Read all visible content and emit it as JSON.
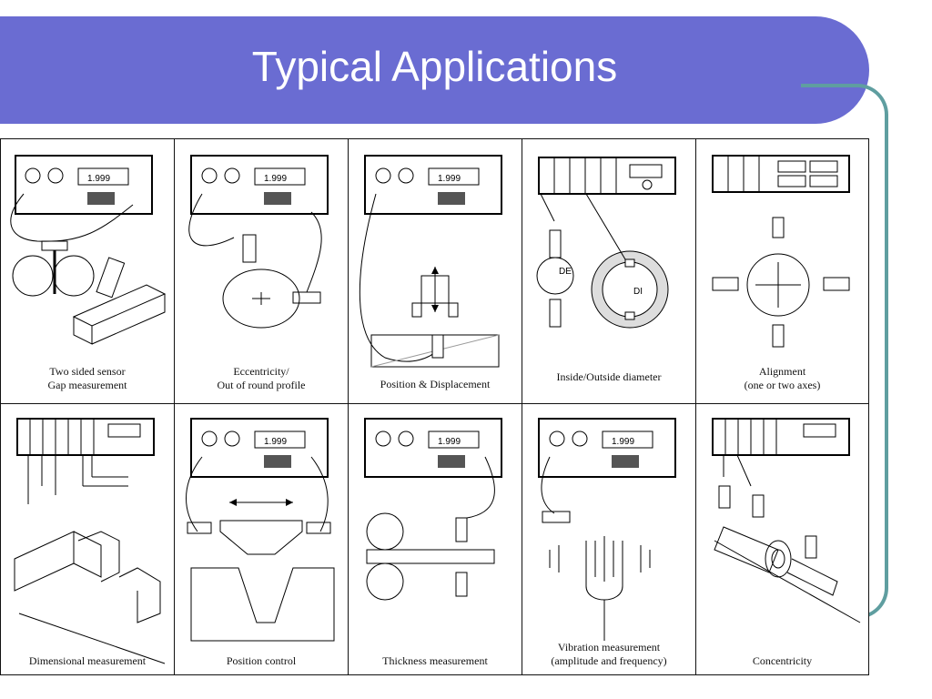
{
  "slide": {
    "title": "Typical Applications"
  },
  "panels": {
    "row1": [
      {
        "line1": "Two sided sensor",
        "line2": "Gap measurement"
      },
      {
        "line1": "Eccentricity/",
        "line2": "Out of round profile"
      },
      {
        "line1": "Position & Displacement",
        "line2": ""
      },
      {
        "line1": "Inside/Outside diameter",
        "line2": ""
      },
      {
        "line1": "Alignment",
        "line2": "(one or two axes)"
      }
    ],
    "row2": [
      {
        "line1": "Dimensional measurement",
        "line2": ""
      },
      {
        "line1": "Position control",
        "line2": ""
      },
      {
        "line1": "Thickness measurement",
        "line2": ""
      },
      {
        "line1": "Vibration measurement",
        "line2": "(amplitude and frequency)"
      },
      {
        "line1": "Concentricity",
        "line2": ""
      }
    ],
    "display_value": "1.999",
    "labels": {
      "de": "DE",
      "di": "DI"
    }
  },
  "colors": {
    "title_bar": "#6a6cd2",
    "frame_teal": "#5f9ea0"
  }
}
